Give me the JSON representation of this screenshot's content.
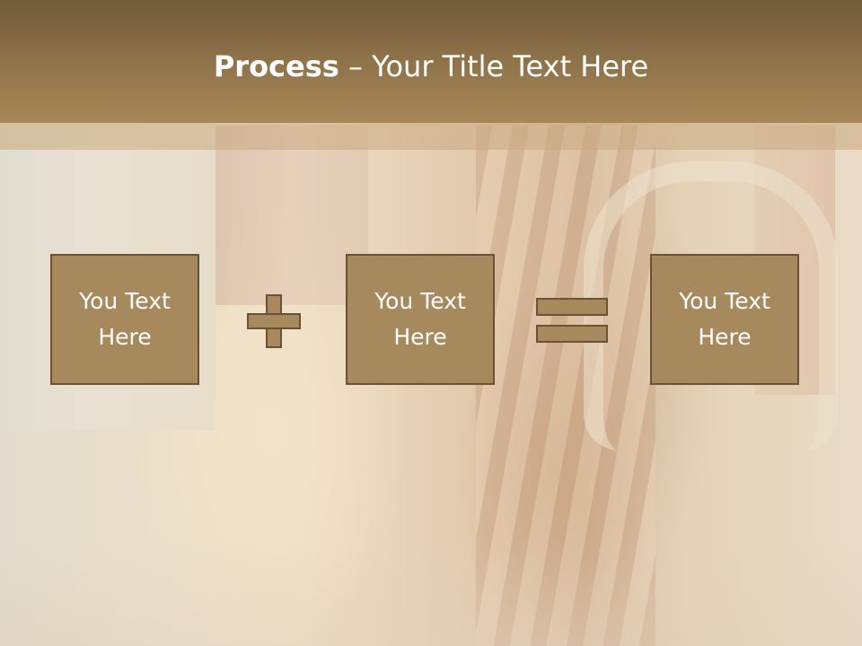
{
  "slide": {
    "title_bold": "Process",
    "title_rest": " – Your Title Text Here"
  },
  "equation": {
    "box_1": "You Text Here",
    "operator_1": "plus-icon",
    "box_2": "You Text Here",
    "operator_2": "equals-icon",
    "box_3": "You Text Here"
  },
  "colors": {
    "header": "#8c7148",
    "box_fill": "#a68a5e",
    "box_border": "#6b5234",
    "text": "#ffffff"
  }
}
